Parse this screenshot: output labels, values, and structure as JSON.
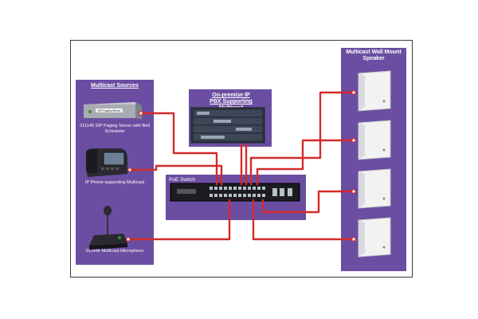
{
  "diagram": {
    "sources": {
      "title": "Multicast Sources",
      "paging_server_label": "011146 SIP Paging Server with Bell Scheduler",
      "paging_server_badge": "SIP Paging Server",
      "ip_phone_label": "IP Phone supporting Multicast",
      "microphone_label": "011446 Multicast Microphone"
    },
    "pbx": {
      "title": "On-premise IP PBX Supporting Multicast"
    },
    "switch": {
      "title": "PoE Switch"
    },
    "speakers": {
      "title": "Multicast Wall Mount Speaker",
      "count": 4
    },
    "colors": {
      "panel": "#6b4ea2",
      "cable": "#d42a2a",
      "frame": "#3a3a3a",
      "device_dark": "#2a2a30"
    }
  }
}
